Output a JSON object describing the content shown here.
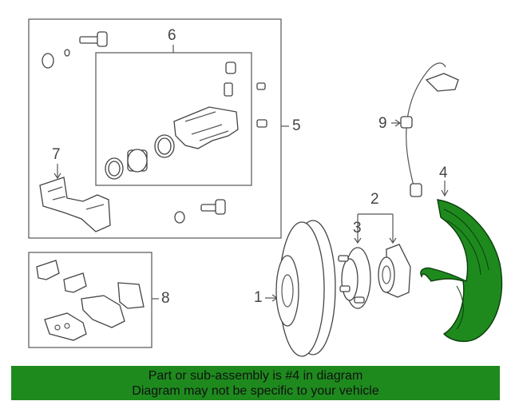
{
  "callouts": {
    "c1": "1",
    "c2": "2",
    "c3": "3",
    "c4": "4",
    "c5": "5",
    "c6": "6",
    "c7": "7",
    "c8": "8",
    "c9": "9"
  },
  "banner": {
    "line1": "Part or sub-assembly is #4 in diagram",
    "line2": "Diagram may not be specific to your vehicle"
  },
  "colors": {
    "highlight": "#1e8a1e",
    "banner_bg": "#1e8a1e",
    "line": "#555555"
  }
}
